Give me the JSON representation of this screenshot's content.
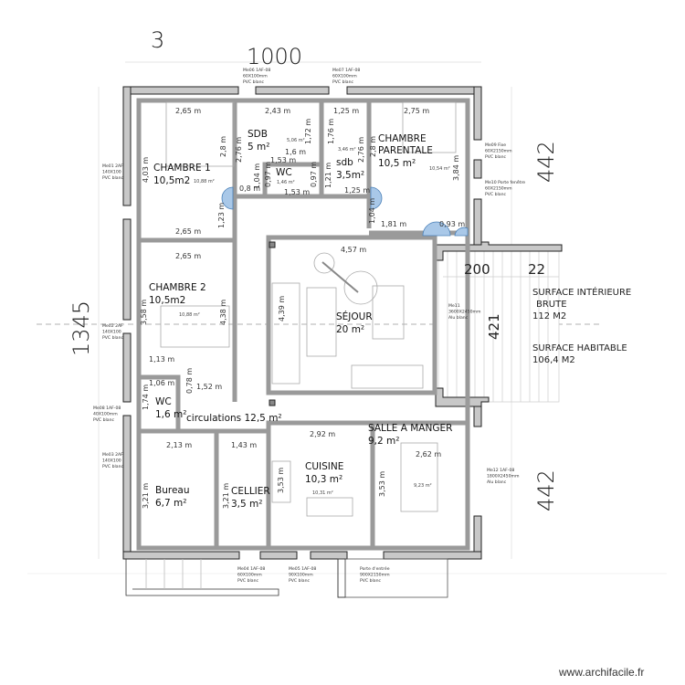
{
  "overall": {
    "top_small": "3",
    "width": "1000",
    "height": "1345",
    "right_upper": "442",
    "right_lower": "442",
    "terrace_width": "200",
    "terrace_small": "22",
    "terrace_depth": "421"
  },
  "rooms": [
    {
      "name": "CHAMBRE 1",
      "area": "10,5m2"
    },
    {
      "name": "SDB",
      "area": "5 m²"
    },
    {
      "name": "WC",
      "area": "1,46 m²"
    },
    {
      "name": "sdb",
      "area": "3,5m²"
    },
    {
      "name": "CHAMBRE PARENTALE",
      "area": "10,5 m²"
    },
    {
      "name": "CHAMBRE 2",
      "area": "10,5m2"
    },
    {
      "name": "SÉJOUR",
      "area": "20 m²"
    },
    {
      "name": "WC",
      "area": "1,6 m²"
    },
    {
      "name": "circulations 12,5 m²",
      "area": ""
    },
    {
      "name": "SALLE A MANGER",
      "area": "9,2 m²"
    },
    {
      "name": "CUISINE",
      "area": "10,3 m²"
    },
    {
      "name": "Bureau",
      "area": "6,7 m²"
    },
    {
      "name": "CELLIER",
      "area": "3,5 m²"
    }
  ],
  "dimensions": [
    "2,65 m",
    "2,43 m",
    "1,25 m",
    "2,75 m",
    "2,8 m",
    "2,76 m",
    "1,72 m",
    "1,76 m",
    "2,76 m",
    "2,8 m",
    "3,84 m",
    "4,03 m",
    "1,6 m",
    "5,06 m²",
    "3,46 m²",
    "10,88 m²",
    "10,54 m²",
    "1,53 m",
    "1,53 m",
    "0,97 m",
    "0,97 m",
    "1,04 m",
    "0,8 m",
    "1,21 m",
    "1,25 m",
    "1,23 m",
    "2,65 m",
    "2,65 m",
    "1,04 m",
    "1,81 m",
    "0,93 m",
    "4,57 m",
    "4,39 m",
    "3,58 m",
    "4,38 m",
    "10,88 m²",
    "1,13 m",
    "1,06 m",
    "0,78 m",
    "1,52 m",
    "1,74 m",
    "2,92 m",
    "2,62 m",
    "2,13 m",
    "1,43 m",
    "3,21 m",
    "3,21 m",
    "3,53 m",
    "3,53 m",
    "10,31 m²",
    "9,23 m²"
  ],
  "windows": [
    [
      "Me06 1AF-08",
      "60X100mm",
      "PVC blanc"
    ],
    [
      "Me07 1AF-08",
      "60X100mm",
      "PVC blanc"
    ],
    [
      "Me01 2AF",
      "140X100",
      "PVC blanc"
    ],
    [
      "Me02 2AF",
      "140X100",
      "PVC blanc"
    ],
    [
      "Me08 1AF-08",
      "40X100mm",
      "PVC blanc"
    ],
    [
      "Me03 2AF",
      "140X100",
      "PVC blanc"
    ],
    [
      "Me09 Fixe",
      "60X2150mm",
      "PVC blanc"
    ],
    [
      "Me10 Porte fenêtre",
      "60X2150mm",
      "PVC blanc"
    ],
    [
      "Me11",
      "3600X2450mm",
      "Alu blanc"
    ],
    [
      "Me12 1AF-08",
      "1800X2450mm",
      "Alu blanc"
    ],
    [
      "Me04 1AF-08",
      "60X100mm",
      "PVC blanc"
    ],
    [
      "Me05 1AF-08",
      "90X100mm",
      "PVC blanc"
    ],
    [
      "Porte d'entrée",
      "900X2150mm",
      "PVC blanc"
    ]
  ],
  "surfaces": {
    "interior_line1": "SURFACE INTÉRIEURE",
    "interior_line2": "BRUTE",
    "interior_value": "112 M2",
    "habitable_label": "SURFACE HABITABLE",
    "habitable_value": "106,4 M2"
  },
  "watermark": "www.archifacile.fr",
  "colors": {
    "outer_wall": "#c8c8c8",
    "inner_wall": "#9a9a9a",
    "door_swing": "#a9c8e8"
  }
}
